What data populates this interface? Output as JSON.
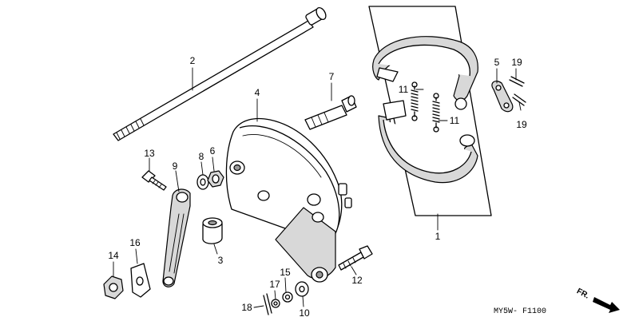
{
  "parts": [
    {
      "num": "1",
      "name": "brake-shoe-set"
    },
    {
      "num": "2",
      "name": "rear-axle"
    },
    {
      "num": "3",
      "name": "collar"
    },
    {
      "num": "4",
      "name": "brake-panel"
    },
    {
      "num": "5",
      "name": "shoe-plate"
    },
    {
      "num": "6",
      "name": "nut"
    },
    {
      "num": "7",
      "name": "brake-cam"
    },
    {
      "num": "8",
      "name": "washer"
    },
    {
      "num": "9",
      "name": "torque-link"
    },
    {
      "num": "10",
      "name": "washer"
    },
    {
      "num": "11",
      "name": "brake-shoe-spring"
    },
    {
      "num": "12",
      "name": "bolt"
    },
    {
      "num": "13",
      "name": "bolt"
    },
    {
      "num": "14",
      "name": "self-lock-nut"
    },
    {
      "num": "15",
      "name": "washer"
    },
    {
      "num": "16",
      "name": "clip"
    },
    {
      "num": "17",
      "name": "washer"
    },
    {
      "num": "18",
      "name": "cotter-pin"
    },
    {
      "num": "19",
      "name": "cotter-pin"
    }
  ],
  "labels": {
    "n1": "1",
    "n2": "2",
    "n3": "3",
    "n4": "4",
    "n5": "5",
    "n6": "6",
    "n7": "7",
    "n8": "8",
    "n9": "9",
    "n10": "10",
    "n11a": "11",
    "n11b": "11",
    "n12": "12",
    "n13": "13",
    "n14": "14",
    "n15": "15",
    "n16": "16",
    "n17": "17",
    "n18": "18",
    "n19a": "19",
    "n19b": "19"
  },
  "direction_label": "FR.",
  "figure_code": "MY5W- F1100",
  "colors": {
    "line": "#000000",
    "background": "#ffffff",
    "shade": "#d8d8d8",
    "dark": "#9a9a9a"
  },
  "icons": {
    "direction": "front-direction-arrow-icon"
  }
}
